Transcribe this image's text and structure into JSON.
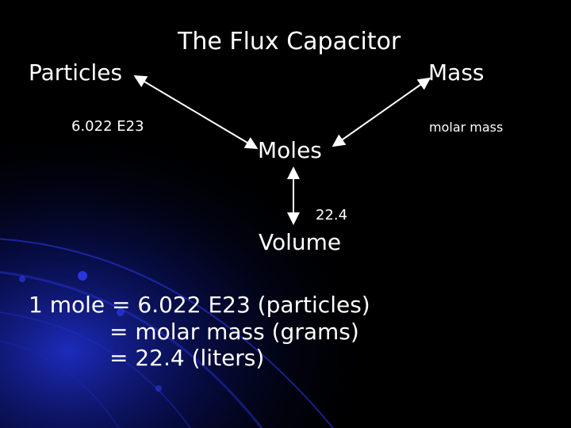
{
  "title": "The Flux Capacitor",
  "nodes": {
    "particles": "Particles",
    "mass": "Mass",
    "moles": "Moles",
    "volume": "Volume"
  },
  "edges": {
    "particles_moles": "6.022 E23",
    "mass_moles": "molar mass",
    "moles_volume": "22.4"
  },
  "equation": {
    "line1": "1 mole = 6.022 E23 (particles)",
    "line2": "= molar mass (grams)",
    "line3": "= 22.4 (liters)"
  },
  "colors": {
    "background": "#000000",
    "text": "#ffffff",
    "accent_blue": "#1a2ecc"
  }
}
